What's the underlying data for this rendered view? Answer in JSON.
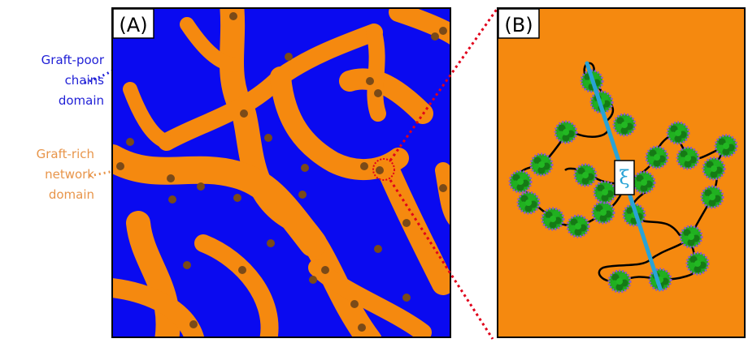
{
  "panel_a": {
    "tag": "(A)"
  },
  "panel_b": {
    "tag": "(B)",
    "inset_symbol": "ξ"
  },
  "labels": {
    "graft_poor": [
      "Graft-poor",
      "chains",
      "domain"
    ],
    "graft_rich": [
      "Graft-rich",
      "network",
      "domain"
    ]
  },
  "colors": {
    "graft_poor_domain": "#0a0af0",
    "graft_rich_domain": "#f5890f",
    "particle_dot": "#7a4a18",
    "graft_poor_text": "#1f1fd6",
    "graft_rich_text": "#e8954a",
    "zoom_line": "#e0001a",
    "chain": "#000000",
    "grafted_particle": "#1fa81f",
    "corona": "#8b5cc9",
    "end_to_end_vector": "#29a3d6"
  },
  "icons": [
    "particle-dot",
    "grafted-particle",
    "xi-inset-box"
  ]
}
